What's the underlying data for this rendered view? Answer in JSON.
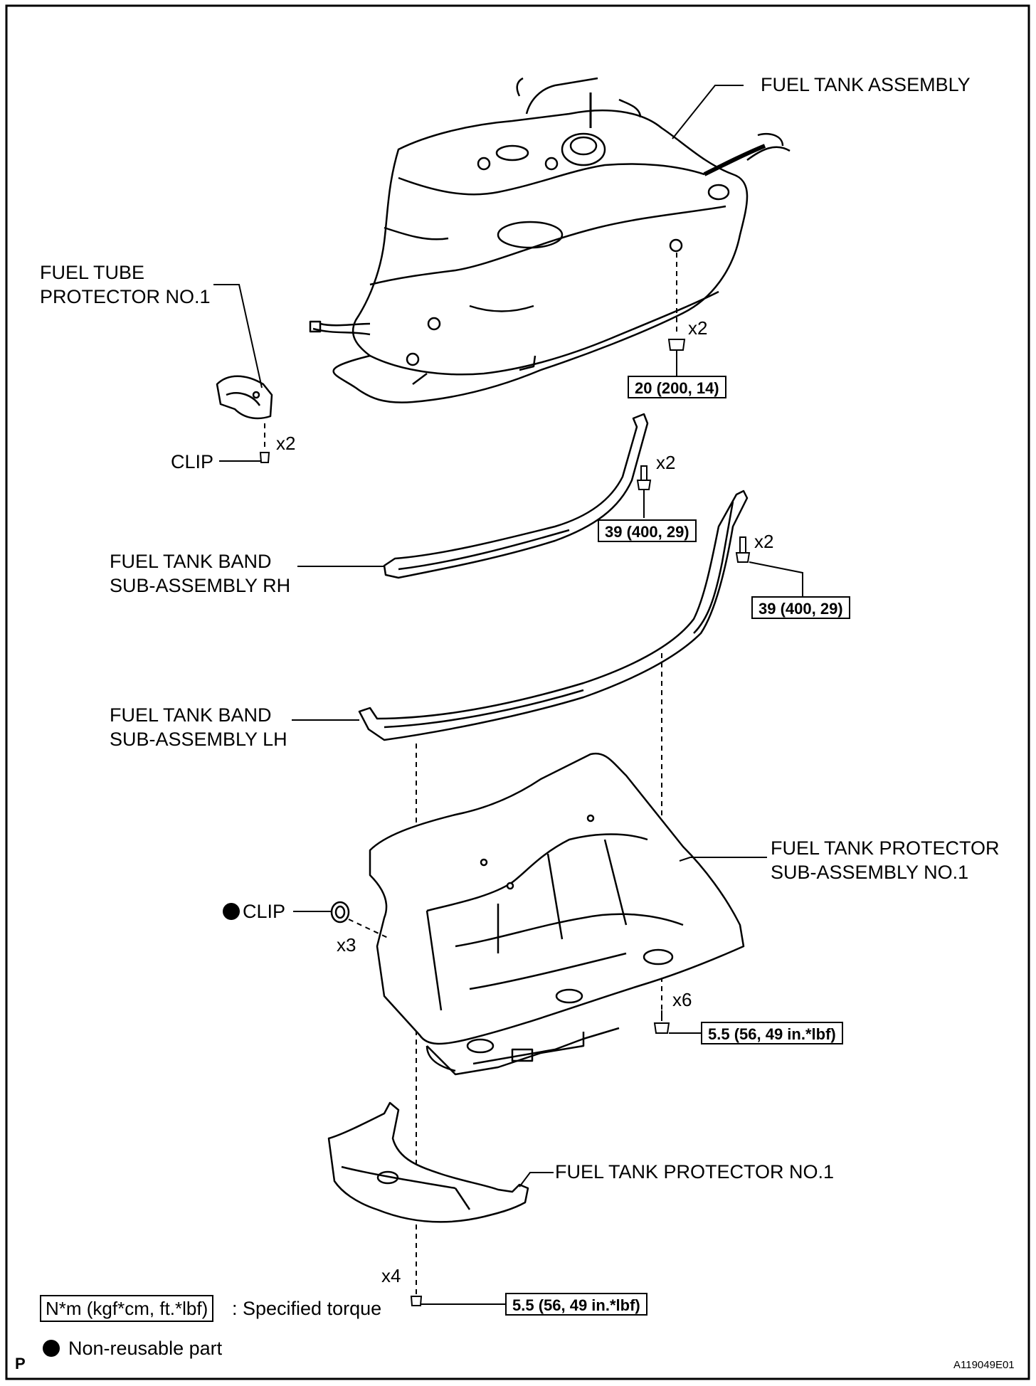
{
  "labels": {
    "fuel_tank_assembly": "FUEL TANK ASSEMBLY",
    "fuel_tube_protector": "FUEL TUBE\nPROTECTOR NO.1",
    "clip": "CLIP",
    "clip_nonreusable": "CLIP",
    "band_rh": "FUEL TANK BAND\nSUB-ASSEMBLY RH",
    "band_lh": "FUEL TANK BAND\nSUB-ASSEMBLY LH",
    "protector_sub": "FUEL TANK PROTECTOR\nSUB-ASSEMBLY NO.1",
    "protector_no1": "FUEL TANK PROTECTOR NO.1"
  },
  "multipliers": {
    "tank_nut": "x2",
    "tube_clip": "x2",
    "band_rh_bolt": "x2",
    "band_lh_bolt": "x2",
    "clip_x3": "x3",
    "sub_nut": "x6",
    "prot_nut": "x4"
  },
  "torques": {
    "tank_nut": "20 (200, 14)",
    "band_rh": "39 (400, 29)",
    "band_lh": "39 (400, 29)",
    "sub_nut": "5.5 (56, 49 in.*lbf)",
    "prot_nut": "5.5 (56, 49 in.*lbf)"
  },
  "legend": {
    "torque_box": "N*m (kgf*cm, ft.*lbf)",
    "torque_text": ": Specified torque",
    "nonreusable_text": "Non-reusable part"
  },
  "footer": {
    "left": "P",
    "right": "A119049E01"
  }
}
